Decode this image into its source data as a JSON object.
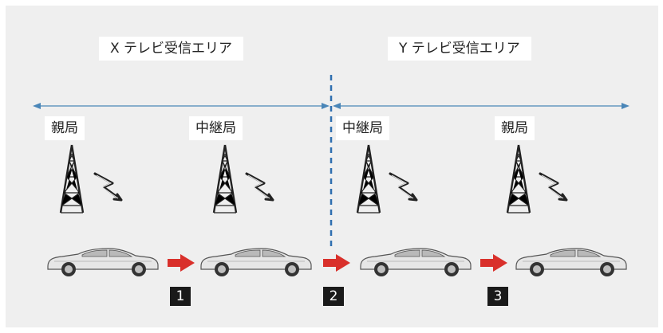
{
  "areas": [
    {
      "label": "X テレビ受信エリア"
    },
    {
      "label": "Y テレビ受信エリア"
    }
  ],
  "stations": [
    {
      "label": "親局"
    },
    {
      "label": "中継局"
    },
    {
      "label": "中継局"
    },
    {
      "label": "親局"
    }
  ],
  "steps": [
    {
      "number": "1"
    },
    {
      "number": "2"
    },
    {
      "number": "3"
    }
  ],
  "colors": {
    "panel": "#efefef",
    "area_arrow": "#4a86b8",
    "boundary": "#2f6fb0",
    "move_arrow": "#d9302b",
    "badge": "#1a1a1a",
    "tower": "#222222",
    "car_body": "#e6e6e6"
  },
  "icons": {
    "tower": "broadcast-tower-icon",
    "signal": "lightning-signal-icon",
    "car": "car-icon",
    "arrow": "red-right-arrow-icon"
  }
}
